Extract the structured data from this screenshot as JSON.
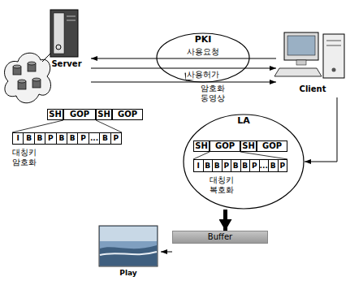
{
  "diagram": {
    "nodes": [
      {
        "text": [
          "Server"
        ]
      },
      {
        "text": [
          "PKI"
        ]
      },
      {
        "text": [
          "Client"
        ]
      },
      {
        "text": [
          "SH"
        ]
      },
      {
        "text": [
          "GOP"
        ]
      },
      {
        "text": [
          "SH"
        ]
      },
      {
        "text": [
          "GOP"
        ]
      },
      {
        "text": [
          "I",
          "B",
          "B",
          "P",
          "B",
          "B",
          "P",
          "...",
          "B",
          "P"
        ]
      },
      {
        "text": [
          "LA"
        ]
      },
      {
        "text": [
          "SH"
        ],
        "in": 8
      },
      {
        "text": [
          "GOP"
        ],
        "in": 8
      },
      {
        "text": [
          "SH"
        ],
        "in": 8
      },
      {
        "text": [
          "GOP"
        ],
        "in": 8
      },
      {
        "text": [
          "I",
          "B",
          "B",
          "P",
          "B",
          "B",
          "P",
          "...",
          "B",
          "P"
        ],
        "in": 8
      },
      {
        "text": [
          "Buffer"
        ]
      },
      {
        "text": [
          "Play"
        ]
      }
    ],
    "edges": [
      {
        "from": 2,
        "to": 0,
        "arrow": "to",
        "label": "사용요청"
      },
      {
        "from": 0,
        "to": 2,
        "arrow": "to",
        "label": "사용허가"
      },
      {
        "from": 0,
        "to": 2,
        "arrow": "to",
        "label": "암호화 동영상"
      },
      {
        "from": 2,
        "to": 8,
        "arrow": "to"
      },
      {
        "from": 8,
        "to": 14,
        "arrow": "to"
      },
      {
        "from": 14,
        "to": 15,
        "arrow": "to"
      }
    ],
    "labels": [
      "대칭키 암호화",
      "대칭키 복호화"
    ]
  }
}
